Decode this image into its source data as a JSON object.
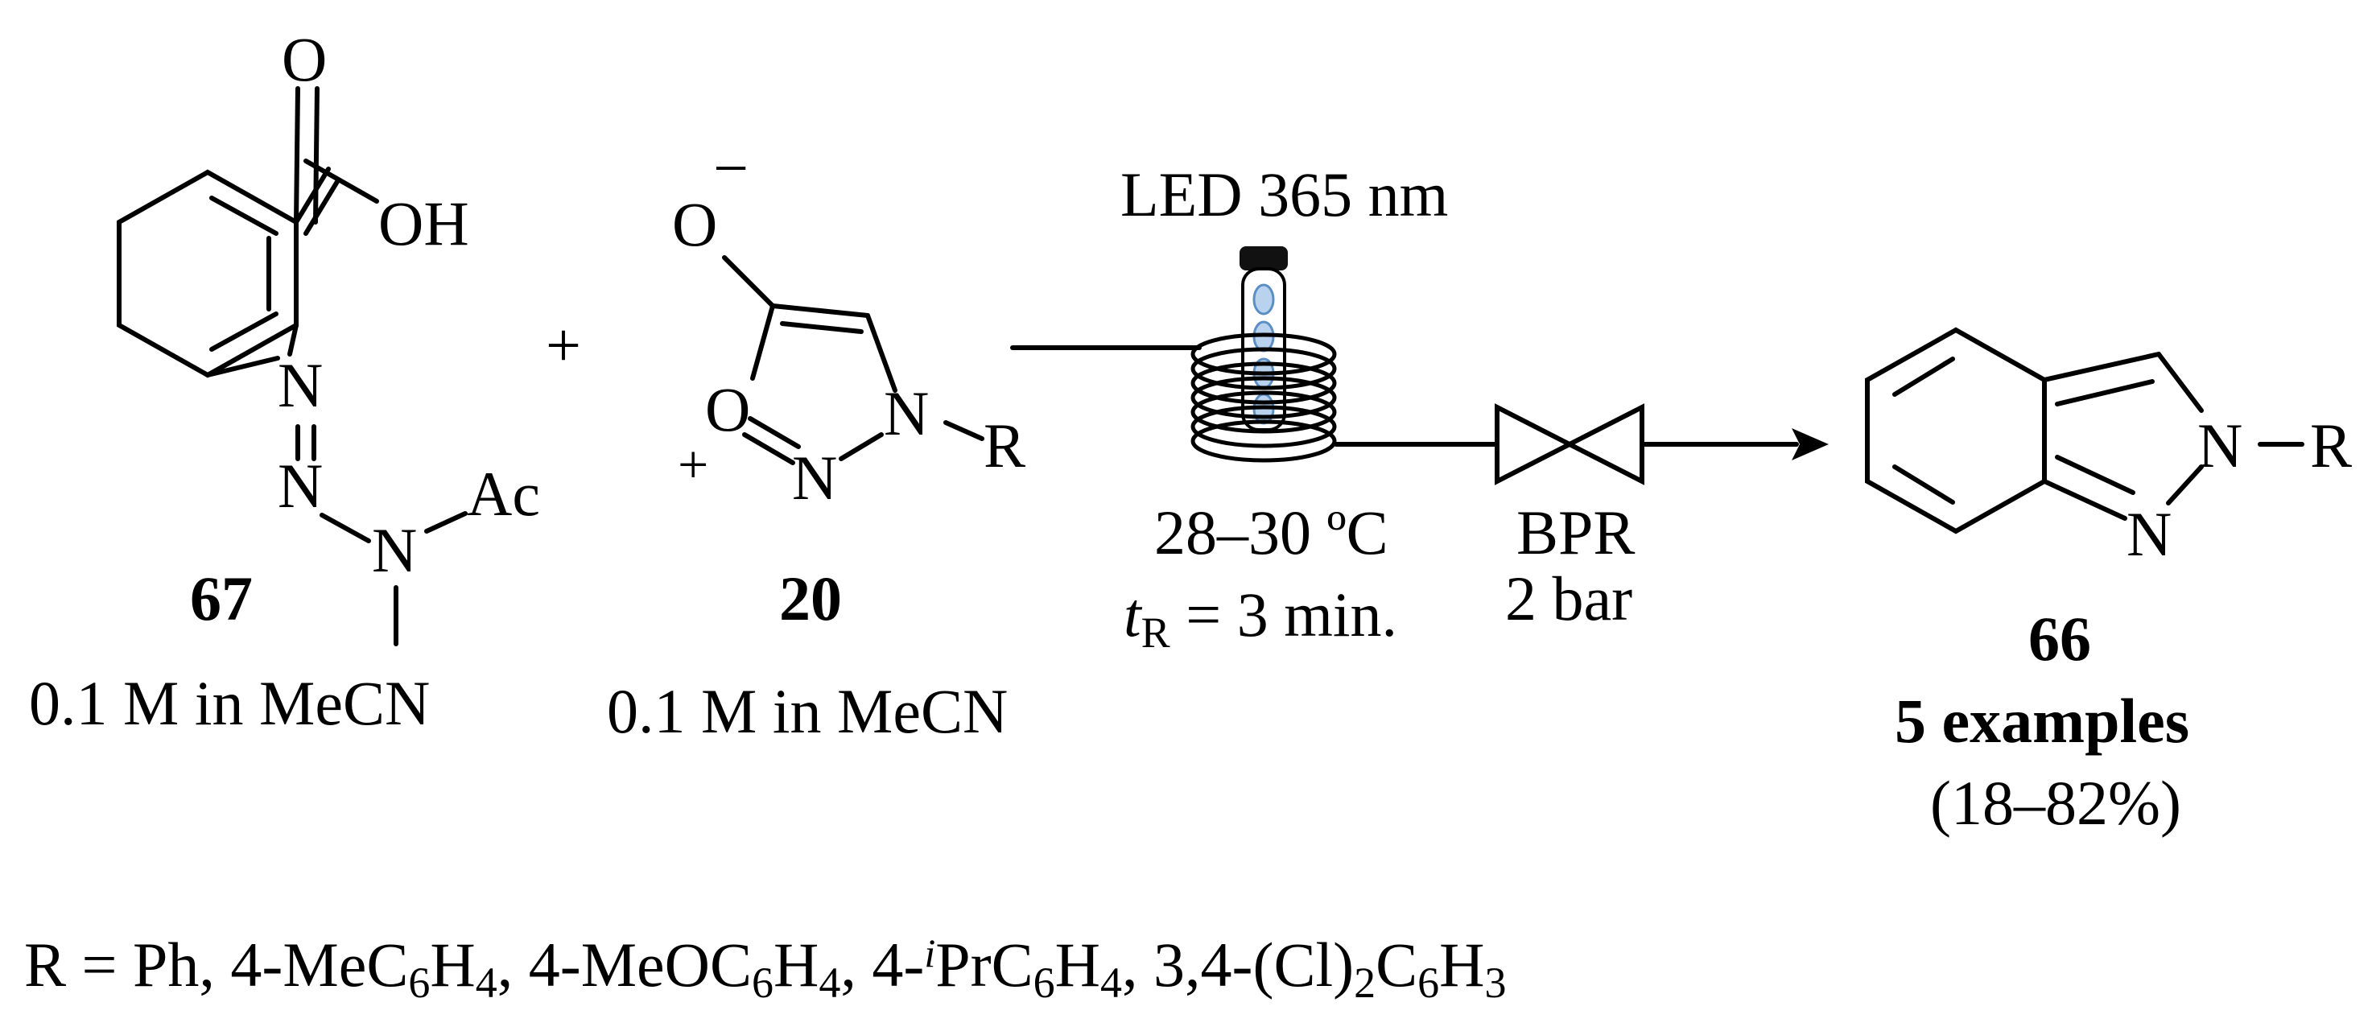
{
  "reactant_1": {
    "atoms": {
      "carbonyl_O": "O",
      "hydroxyl": "OH",
      "n1": "N",
      "n2": "N",
      "n3": "N",
      "acetyl": "Ac"
    },
    "compound_number": "67",
    "solution": "0.1 M in MeCN"
  },
  "plus_sign": "+",
  "reactant_2": {
    "atoms": {
      "oxide_O": "O",
      "oxide_charge": "−",
      "ring_O": "O",
      "ring_O_charge": "+",
      "n_ring_bottom": "N",
      "n_ring_right": "N",
      "substituent": "R"
    },
    "compound_number": "20",
    "solution": "0.1 M in MeCN"
  },
  "reactor": {
    "light_source": "LED 365 nm",
    "temperature": "28–30 ºC",
    "residence_time_var": "t",
    "residence_time_sub": "R",
    "residence_time_val": " = 3 min."
  },
  "bpr": {
    "label": "BPR",
    "pressure": "2 bar"
  },
  "product": {
    "atoms": {
      "n2": "N",
      "n1": "N",
      "substituent": "R"
    },
    "compound_number": "66",
    "example_count": "5 examples",
    "yield_range": "(18–82%)"
  },
  "substituents": {
    "lead": "R = Ph, 4-MeC",
    "s1": "6",
    "a1": "H",
    "s2": "4",
    "a2": ", 4-MeOC",
    "s3": "6",
    "a3": "H",
    "s4": "4",
    "a4": ", 4-",
    "sup": "i",
    "a5": "PrC",
    "s5": "6",
    "a6": "H",
    "s6": "4",
    "a7": ", 3,4-(Cl)",
    "s7": "2",
    "a8": "C",
    "s8": "6",
    "a9": "H",
    "s9": "3"
  }
}
